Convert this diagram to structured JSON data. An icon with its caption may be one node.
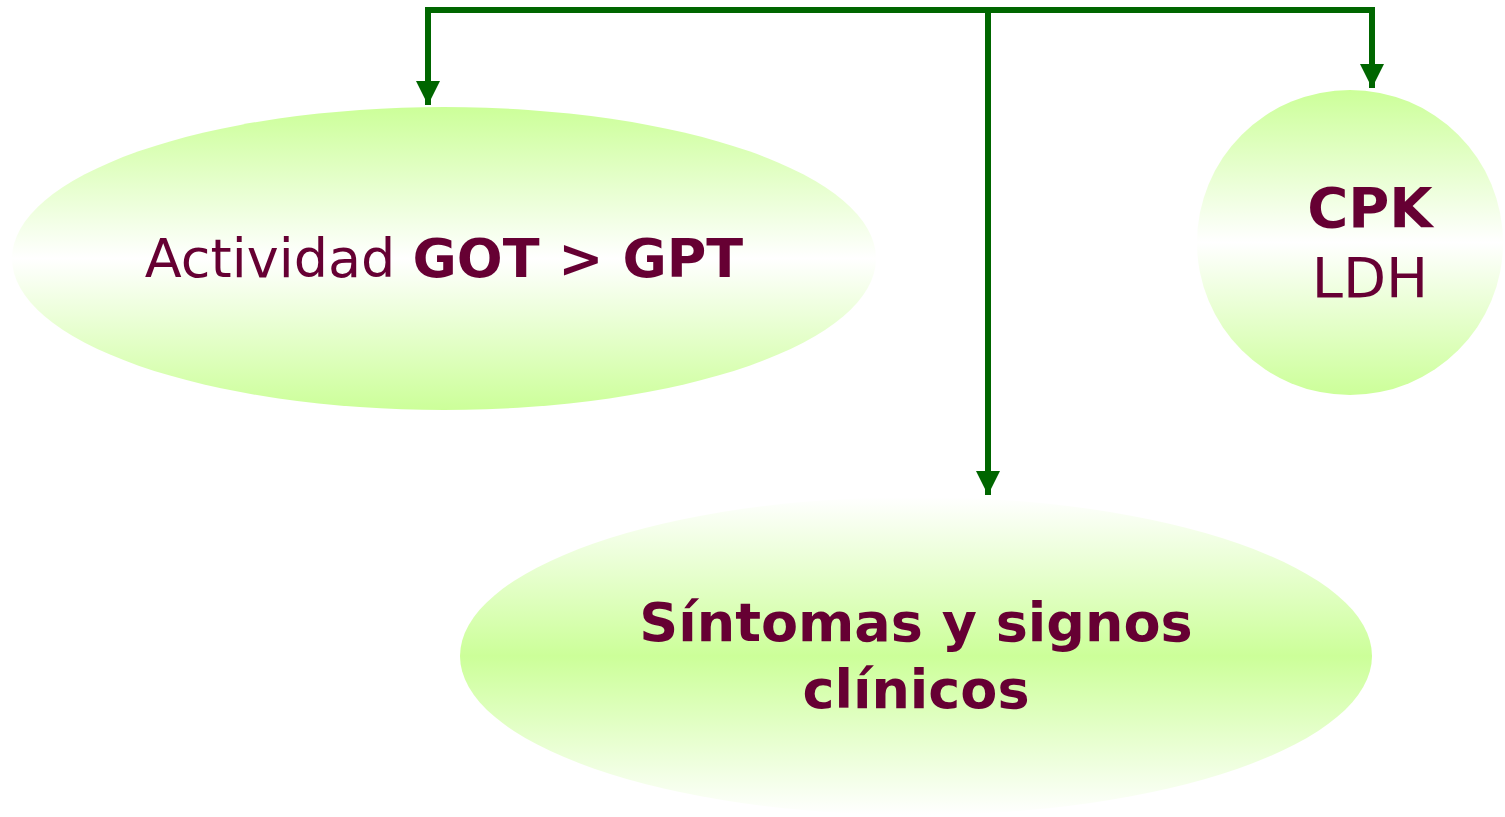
{
  "diagram": {
    "nodes": [
      {
        "text": [
          "Actividad **GOT > GPT**"
        ]
      },
      {
        "text": [
          "CPK",
          "LDH"
        ]
      },
      {
        "text": [
          "Síntomas y signos clínicos"
        ]
      }
    ],
    "edges": [
      {
        "from": null,
        "to": 0,
        "arrow": "to"
      },
      {
        "from": null,
        "to": 2,
        "arrow": "to"
      },
      {
        "from": null,
        "to": 1,
        "arrow": "to"
      }
    ]
  }
}
